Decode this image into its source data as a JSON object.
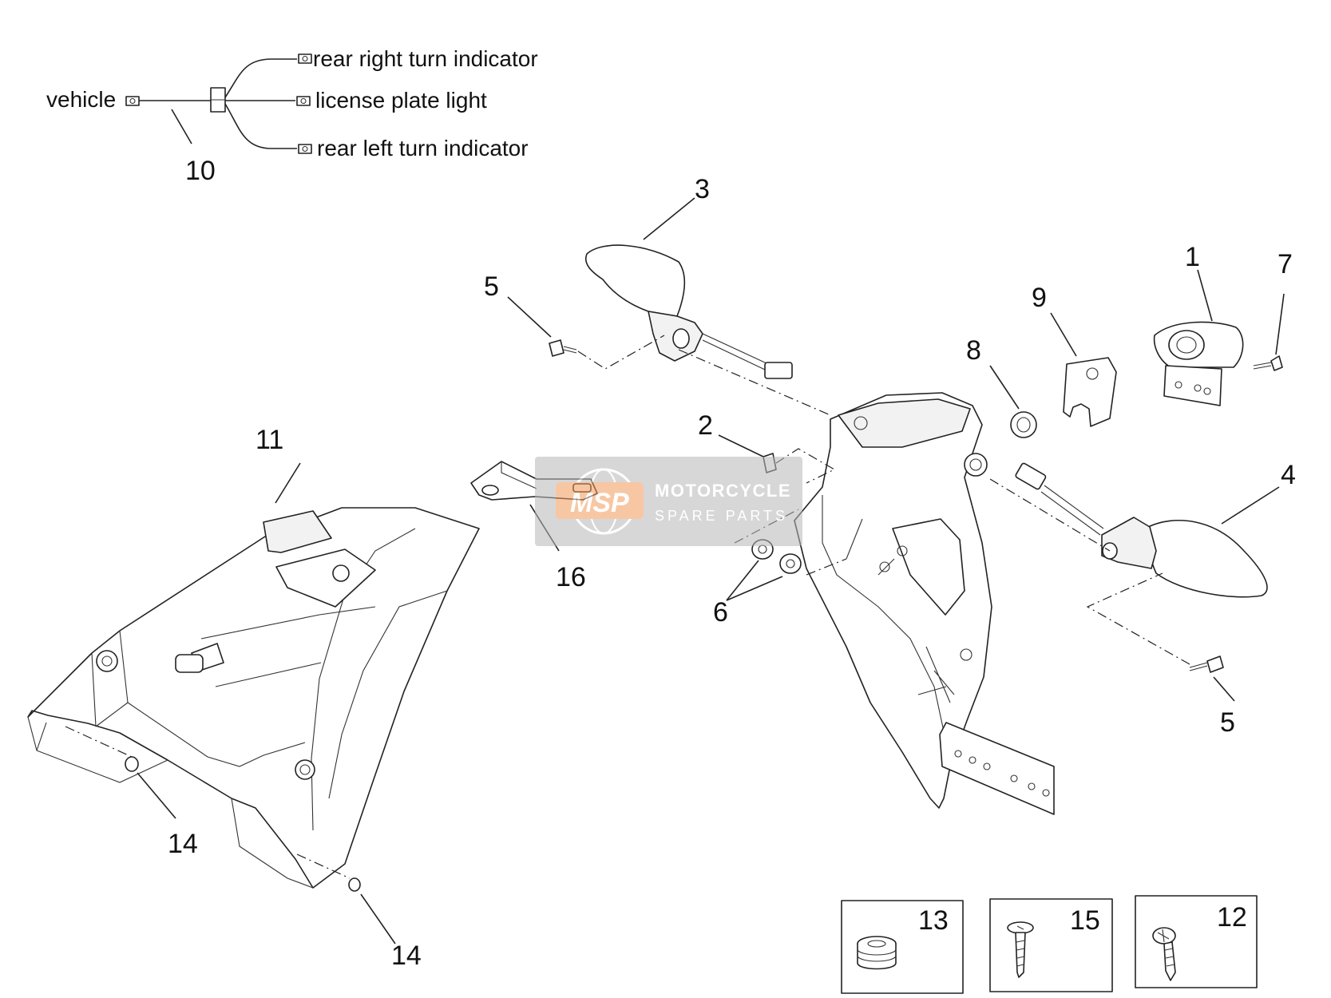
{
  "wiring": {
    "vehicle": "vehicle",
    "rear_right_turn_indicator": "rear right turn indicator",
    "license_plate_light": "license plate light",
    "rear_left_turn_indicator": "rear left turn indicator"
  },
  "callouts": {
    "c1": "1",
    "c2": "2",
    "c3": "3",
    "c4": "4",
    "c5a": "5",
    "c5b": "5",
    "c6": "6",
    "c7": "7",
    "c8": "8",
    "c9": "9",
    "c10": "10",
    "c11": "11",
    "c12": "12",
    "c13": "13",
    "c14a": "14",
    "c14b": "14",
    "c15": "15",
    "c16": "16"
  },
  "watermark": {
    "logo": "MSP",
    "line1": "MOTORCYCLE",
    "line2": "SPARE PARTS"
  }
}
